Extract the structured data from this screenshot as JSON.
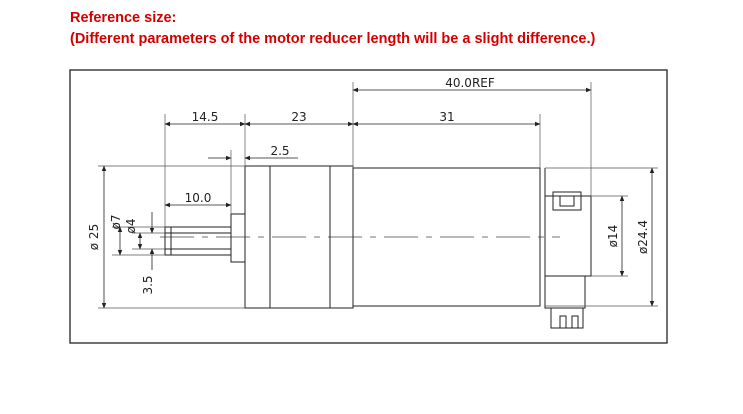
{
  "header": {
    "title": "Reference size:",
    "subtitle": "(Different parameters of the motor reducer length will be a slight difference.)",
    "color": "#d40000"
  },
  "dimensions": {
    "total_length": "40.0REF",
    "shaft_length": "14.5",
    "gearbox_length": "23",
    "motor_length": "31",
    "flange": "2.5",
    "flat_length": "10.0",
    "gearbox_diameter": "ø 25",
    "shaft_diameter_outer": "ø7",
    "shaft_diameter_flat": "ø4",
    "shaft_offset": "3.5",
    "motor_diameter_small": "ø14",
    "motor_diameter": "ø24.4"
  }
}
